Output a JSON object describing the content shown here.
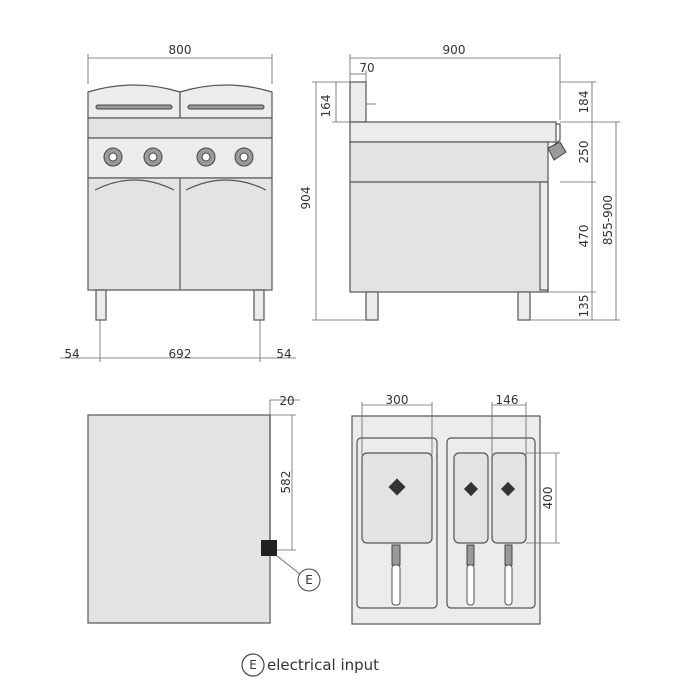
{
  "front_view": {
    "width_total": "800",
    "width_inner": "692",
    "side_left": "54",
    "side_right": "54"
  },
  "side_view": {
    "depth_total": "900",
    "back_offset": "70",
    "top_height": "164",
    "total_height": "904",
    "top_rim": "184",
    "control_panel": "250",
    "cabinet": "470",
    "legs": "135",
    "height_range": "855-900"
  },
  "plan_view": {
    "offset": "20",
    "depth": "582",
    "marker": "E"
  },
  "top_view": {
    "basket_large": "300",
    "basket_small": "146",
    "basket_depth": "400"
  },
  "legend": {
    "marker": "E",
    "label": "electrical input"
  }
}
